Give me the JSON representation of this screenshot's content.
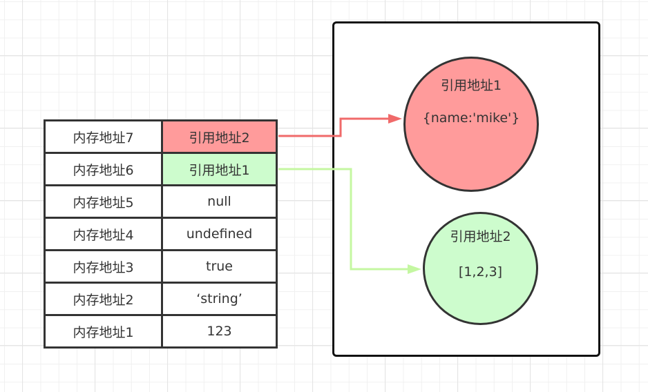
{
  "diagram": {
    "stack": {
      "rows": [
        {
          "address": "内存地址7",
          "value": "引用地址2",
          "highlight": "red"
        },
        {
          "address": "内存地址6",
          "value": "引用地址1",
          "highlight": "green"
        },
        {
          "address": "内存地址5",
          "value": "null",
          "highlight": "none"
        },
        {
          "address": "内存地址4",
          "value": "undefined",
          "highlight": "none"
        },
        {
          "address": "内存地址3",
          "value": "true",
          "highlight": "none"
        },
        {
          "address": "内存地址2",
          "value": "‘string’",
          "highlight": "none"
        },
        {
          "address": "内存地址1",
          "value": "123",
          "highlight": "none"
        }
      ]
    },
    "heap": {
      "objects": [
        {
          "label": "引用地址1",
          "content": "{name:'mike'}",
          "color": "#ff9b9b"
        },
        {
          "label": "引用地址2",
          "content": "[1,2,3]",
          "color": "#cdfccd"
        }
      ]
    },
    "arrows": [
      {
        "from": "内存地址7 → 引用地址2",
        "to": "引用地址1",
        "color": "#f06a6a"
      },
      {
        "from": "内存地址6 → 引用地址1",
        "to": "引用地址2",
        "color": "#c4f7a1"
      }
    ]
  }
}
